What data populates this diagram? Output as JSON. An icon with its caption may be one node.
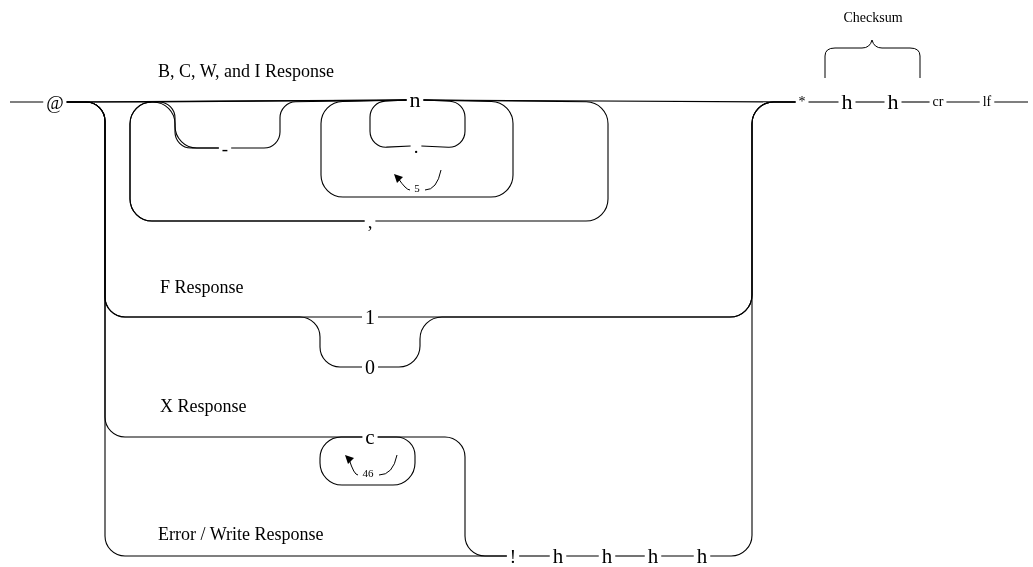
{
  "diagram": {
    "nodes": [
      {
        "text": [
          "@"
        ]
      },
      {
        "text": [
          "-"
        ]
      },
      {
        "text": [
          "n"
        ]
      },
      {
        "text": [
          "."
        ]
      },
      {
        "text": [
          ","
        ]
      },
      {
        "text": [
          "1"
        ]
      },
      {
        "text": [
          "0"
        ]
      },
      {
        "text": [
          "c"
        ]
      },
      {
        "text": [
          "!"
        ]
      },
      {
        "text": [
          "h"
        ]
      },
      {
        "text": [
          "h"
        ]
      },
      {
        "text": [
          "h"
        ]
      },
      {
        "text": [
          "h"
        ]
      },
      {
        "text": [
          "*"
        ]
      },
      {
        "text": [
          "h"
        ]
      },
      {
        "text": [
          "h"
        ]
      },
      {
        "text": [
          "cr"
        ]
      },
      {
        "text": [
          "lf"
        ]
      }
    ],
    "edges": [
      {
        "from": null,
        "to": 0,
        "arrow": "none"
      },
      {
        "from": 0,
        "to": 1,
        "arrow": "none"
      },
      {
        "from": 1,
        "to": 2,
        "arrow": "none"
      },
      {
        "from": 0,
        "to": 2,
        "arrow": "none"
      },
      {
        "from": 2,
        "to": 3,
        "arrow": "none"
      },
      {
        "from": 3,
        "to": 2,
        "arrow": "none"
      },
      {
        "from": 2,
        "to": 2,
        "arrow": "none"
      },
      {
        "from": 2,
        "to": 4,
        "arrow": "none"
      },
      {
        "from": 4,
        "to": 1,
        "arrow": "none"
      },
      {
        "from": 4,
        "to": 2,
        "arrow": "none"
      },
      {
        "from": 2,
        "to": 13,
        "arrow": "none"
      },
      {
        "from": 0,
        "to": 5,
        "arrow": "none"
      },
      {
        "from": 0,
        "to": 6,
        "arrow": "none"
      },
      {
        "from": 5,
        "to": 13,
        "arrow": "none"
      },
      {
        "from": 6,
        "to": 13,
        "arrow": "none"
      },
      {
        "from": 0,
        "to": 7,
        "arrow": "none"
      },
      {
        "from": 7,
        "to": 7,
        "arrow": "none"
      },
      {
        "from": 7,
        "to": 8,
        "arrow": "none"
      },
      {
        "from": 0,
        "to": 8,
        "arrow": "none"
      },
      {
        "from": 8,
        "to": 9,
        "arrow": "none"
      },
      {
        "from": 9,
        "to": 10,
        "arrow": "none"
      },
      {
        "from": 10,
        "to": 11,
        "arrow": "none"
      },
      {
        "from": 11,
        "to": 12,
        "arrow": "none"
      },
      {
        "from": 12,
        "to": 13,
        "arrow": "none"
      },
      {
        "from": 13,
        "to": 14,
        "arrow": "none"
      },
      {
        "from": 14,
        "to": 15,
        "arrow": "none"
      },
      {
        "from": 15,
        "to": 16,
        "arrow": "none"
      },
      {
        "from": 16,
        "to": 17,
        "arrow": "none"
      },
      {
        "from": 17,
        "to": null,
        "arrow": "none"
      }
    ],
    "labels": [
      "Checksum",
      "B, C, W, and I Response",
      "5",
      "F Response",
      "X Response",
      "46",
      "Error / Write Response"
    ]
  }
}
